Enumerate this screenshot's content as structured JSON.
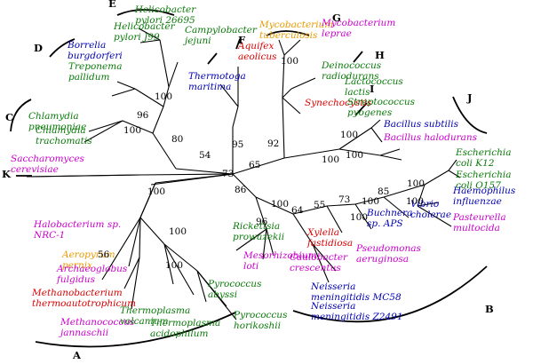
{
  "colors": {
    "green": "#0a7a0a",
    "blue": "#0000b4",
    "red": "#dd0000",
    "magenta": "#cc00cc",
    "orange": "#e89a00",
    "black": "#000000"
  },
  "clades": [
    "A",
    "B",
    "C",
    "D",
    "E",
    "F",
    "G",
    "H",
    "I",
    "J",
    "K"
  ],
  "taxa": [
    {
      "lines": [
        "Helicobacter",
        "pylori 26695"
      ],
      "color": "green"
    },
    {
      "lines": [
        "Helicobacter",
        "pylori J99"
      ],
      "color": "green"
    },
    {
      "lines": [
        "Campylobacter",
        "jejuni"
      ],
      "color": "green"
    },
    {
      "lines": [
        "Borrelia",
        "burgdorferi"
      ],
      "color": "blue"
    },
    {
      "lines": [
        "Treponema",
        "pallidum"
      ],
      "color": "green"
    },
    {
      "lines": [
        "Chlamydia",
        "pneumoniae"
      ],
      "color": "green"
    },
    {
      "lines": [
        "Chlamydia",
        "trachomatis"
      ],
      "color": "green"
    },
    {
      "lines": [
        "Thermotoga",
        "maritima"
      ],
      "color": "blue"
    },
    {
      "lines": [
        "Aquifex",
        "aeolicus"
      ],
      "color": "red"
    },
    {
      "lines": [
        "Mycobacterium",
        "tuberculosis"
      ],
      "color": "orange"
    },
    {
      "lines": [
        "Mycobacterium",
        "leprae"
      ],
      "color": "magenta"
    },
    {
      "lines": [
        "Deinococcus",
        "radiodurans"
      ],
      "color": "green"
    },
    {
      "lines": [
        "Synechocystis"
      ],
      "color": "red"
    },
    {
      "lines": [
        "Lactococcus",
        "lactis"
      ],
      "color": "green"
    },
    {
      "lines": [
        "Streptococcus",
        "pyogenes"
      ],
      "color": "green"
    },
    {
      "lines": [
        "Bacillus subtilis"
      ],
      "color": "blue"
    },
    {
      "lines": [
        "Bacillus halodurans"
      ],
      "color": "magenta"
    },
    {
      "lines": [
        "Escherichia",
        "coli K12"
      ],
      "color": "green"
    },
    {
      "lines": [
        "Escherichia",
        "coli O157"
      ],
      "color": "green"
    },
    {
      "lines": [
        "Haemophilus",
        "influenzae"
      ],
      "color": "blue"
    },
    {
      "lines": [
        "Pasteurella",
        "multocida"
      ],
      "color": "magenta"
    },
    {
      "lines": [
        "Vibrio",
        "cholerae"
      ],
      "color": "blue"
    },
    {
      "lines": [
        "Buchnera",
        "sp. APS"
      ],
      "color": "blue"
    },
    {
      "lines": [
        "Pseudomonas",
        "aeruginosa"
      ],
      "color": "magenta"
    },
    {
      "lines": [
        "Xylella",
        "fastidiosa"
      ],
      "color": "red"
    },
    {
      "lines": [
        "Neisseria",
        "meningitidis MC58"
      ],
      "color": "blue"
    },
    {
      "lines": [
        "Neisseria",
        "meningitidis Z2491"
      ],
      "color": "blue"
    },
    {
      "lines": [
        "Caulobacter",
        "crescentus"
      ],
      "color": "magenta"
    },
    {
      "lines": [
        "Mesorhizobium",
        "loti"
      ],
      "color": "magenta"
    },
    {
      "lines": [
        "Rickettsia",
        "prowazekii"
      ],
      "color": "green"
    },
    {
      "lines": [
        "Saccharomyces",
        "cerevisiae"
      ],
      "color": "magenta"
    },
    {
      "lines": [
        "Halobacterium sp.",
        "NRC-1"
      ],
      "color": "magenta"
    },
    {
      "lines": [
        "Aeropyrum",
        "pernix"
      ],
      "color": "orange"
    },
    {
      "lines": [
        "Archaeoglobus",
        "fulgidus"
      ],
      "color": "magenta"
    },
    {
      "lines": [
        "Methanobacterium",
        "thermoautotrophicum"
      ],
      "color": "red"
    },
    {
      "lines": [
        "Methanococcus",
        "jannaschii"
      ],
      "color": "magenta"
    },
    {
      "lines": [
        "Thermoplasma",
        "volcanium"
      ],
      "color": "green"
    },
    {
      "lines": [
        "Thermoplasma",
        "acidophilum"
      ],
      "color": "green"
    },
    {
      "lines": [
        "Pyrococcus",
        "abyssi"
      ],
      "color": "green"
    },
    {
      "lines": [
        "Pyrococcus",
        "horikoshii"
      ],
      "color": "green"
    }
  ],
  "bootstraps": [
    "100",
    "96",
    "80",
    "100",
    "54",
    "95",
    "100",
    "92",
    "65",
    "73",
    "100",
    "100",
    "100",
    "100",
    "86",
    "96",
    "64",
    "55",
    "73",
    "100",
    "85",
    "100",
    "100",
    "100",
    "100",
    "100",
    "56",
    "100"
  ]
}
